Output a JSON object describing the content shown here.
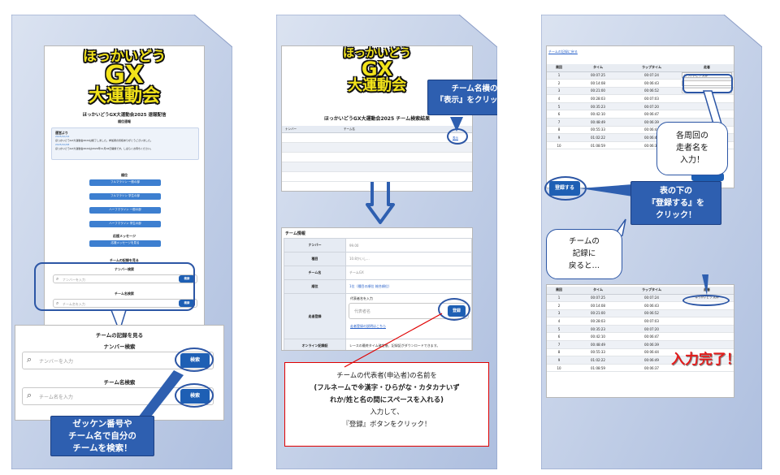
{
  "panel1": {
    "logo_line1": "ほっかいどう",
    "logo_line2": "GX",
    "logo_line3": "大運動会",
    "page_title": "ほっかいどうGX大運動会2025 速報配信",
    "section_ranking": "順位速報",
    "notice_title": "運営より",
    "notice_lines": [
      "2025/10/14",
      "ほっかいどうGX大運動会2024は終了しました。参加者の皆様ありがとうございました。",
      "2025/10/08",
      "ほっかいどうGX大運動会2024は2024年11月16日開催です。しばらくお待ちください。"
    ],
    "section_order": "順位",
    "buttons": [
      "フルマラソン 一般の部",
      "フルマラソン 学生の部",
      "ハーフマラソン 一般の部",
      "ハーフマラソン 学生の部"
    ],
    "section_message": "応援メッセージ",
    "message_button": "応援メッセージを見る",
    "section_view": "チームの記録を見る",
    "number_search": "ナンバー検索",
    "number_placeholder": "ナンバーを入力",
    "search_btn": "検索",
    "name_search": "チーム名検索",
    "name_placeholder": "チーム名を入力",
    "zoom_title": "チームの記録を見る",
    "zoom_number_search": "ナンバー検索",
    "zoom_number_placeholder": "ナンバーを入力",
    "zoom_search_btn": "検索",
    "zoom_name_search": "チーム名検索",
    "zoom_name_placeholder": "チーム名を入力",
    "zoom_search_btn2": "検索",
    "callout": "ゼッケン番号や\nチーム名で自分の\nチームを検索！"
  },
  "panel2": {
    "logo_line1": "ほっかいどう",
    "logo_line2": "GX",
    "logo_line3": "大運動会",
    "result_title": "ほっかいどうGX大運動会2025 チーム検索結果",
    "col_number": "ナンバー",
    "col_team": "チーム名",
    "show_link": "表示",
    "callout_top": "チーム名横の\n『表示』をクリック！",
    "info_title": "チーム情報",
    "rows": [
      {
        "k": "ナンバー",
        "v": "99.00"
      },
      {
        "k": "種目",
        "v": "10.8かいし..."
      },
      {
        "k": "チーム名",
        "v": "チームGX"
      },
      {
        "k": "順位",
        "v": "1位（種目の順位 総合順位）"
      }
    ],
    "runner_label": "走者登録",
    "runner_hint": "代表者名を入力",
    "runner_placeholder": "代表者名",
    "register_btn": "登録",
    "runner_link": "走者登録の説明はこちら",
    "online_label": "オンライン記録証",
    "online_text": "レースの最終タイム確定後、記録証がダウンロードできます。",
    "instruction_line1": "チームの代表者(申込者)の名前を",
    "instruction_line2": "(フルネームで※漢字・ひらがな・カタカナいず",
    "instruction_line3": "れか/姓と名の間にスペースを入れる)",
    "instruction_line4": "入力して、",
    "instruction_line5": "『登録』ボタンをクリック！"
  },
  "panel3": {
    "back_link": "チームの記録に戻る",
    "headers": [
      "周回",
      "タイム",
      "ラップタイム",
      "走者"
    ],
    "rows": [
      [
        "1",
        "00:07:25",
        "00:07:24"
      ],
      [
        "2",
        "00:14:08",
        "00:06:43"
      ],
      [
        "3",
        "00:21:00",
        "00:06:52"
      ],
      [
        "4",
        "00:28:03",
        "00:07:03"
      ],
      [
        "5",
        "00:35:23",
        "00:07:20"
      ],
      [
        "6",
        "00:42:10",
        "00:06:47"
      ],
      [
        "7",
        "00:48:49",
        "00:06:39"
      ],
      [
        "8",
        "00:55:33",
        "00:06:44"
      ],
      [
        "9",
        "01:02:22",
        "00:06:49"
      ],
      [
        "10",
        "01:08:59",
        "00:06:37"
      ]
    ],
    "runner_entry": "ほっかいどう 太郎",
    "register_btn": "登録する",
    "bubble_runner": "各周回の\n走者名を\n入力！",
    "callout_register": "表の下の\n『登録する』を\nクリック！",
    "bubble_back": "チームの\n記録に\n戻ると…",
    "result_entry": "ほっかいどう 太郎",
    "done_text": "入力完了！"
  }
}
